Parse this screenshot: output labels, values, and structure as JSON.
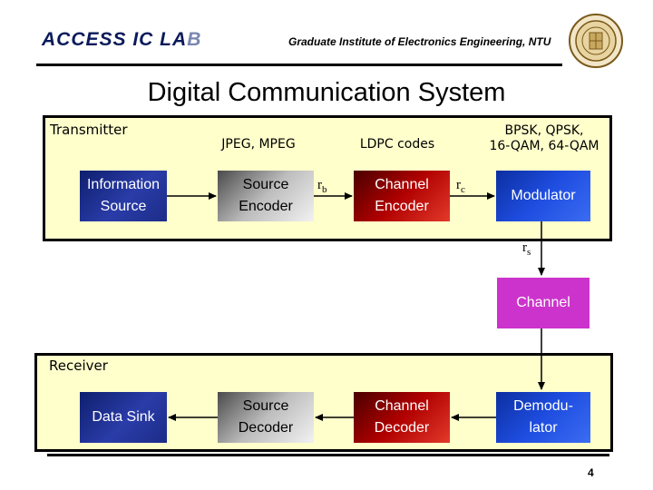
{
  "header": {
    "lab_title_main": "ACCESS IC LA",
    "lab_title_fade": "B",
    "institute": "Graduate Institute of Electronics Engineering, NTU"
  },
  "title": "Digital Communication System",
  "transmitter": {
    "label": "Transmitter",
    "annotations": {
      "source_std": "JPEG, MPEG",
      "channel_code": "LDPC codes",
      "modulation_line1": "BPSK, QPSK,",
      "modulation_line2": "16-QAM, 64-QAM"
    },
    "blocks": {
      "information_source": "Information\nSource",
      "source_encoder": "Source\nEncoder",
      "channel_encoder": "Channel\nEncoder",
      "modulator": "Modulator"
    },
    "rates": {
      "rb": "r",
      "rb_sub": "b",
      "rc": "r",
      "rc_sub": "c",
      "rs": "r",
      "rs_sub": "s"
    }
  },
  "channel": {
    "label": "Channel"
  },
  "receiver": {
    "label": "Receiver",
    "blocks": {
      "data_sink": "Data Sink",
      "source_decoder": "Source\nDecoder",
      "channel_decoder": "Channel\nDecoder",
      "demodulator": "Demodu-\nlator"
    }
  },
  "page_number": "4",
  "colors": {
    "panel_bg": "#ffffcc",
    "navy_block": "#1c2c88",
    "red_block": "#b00000",
    "blue_block": "#1e4de0",
    "channel_block": "#cc33cc"
  }
}
